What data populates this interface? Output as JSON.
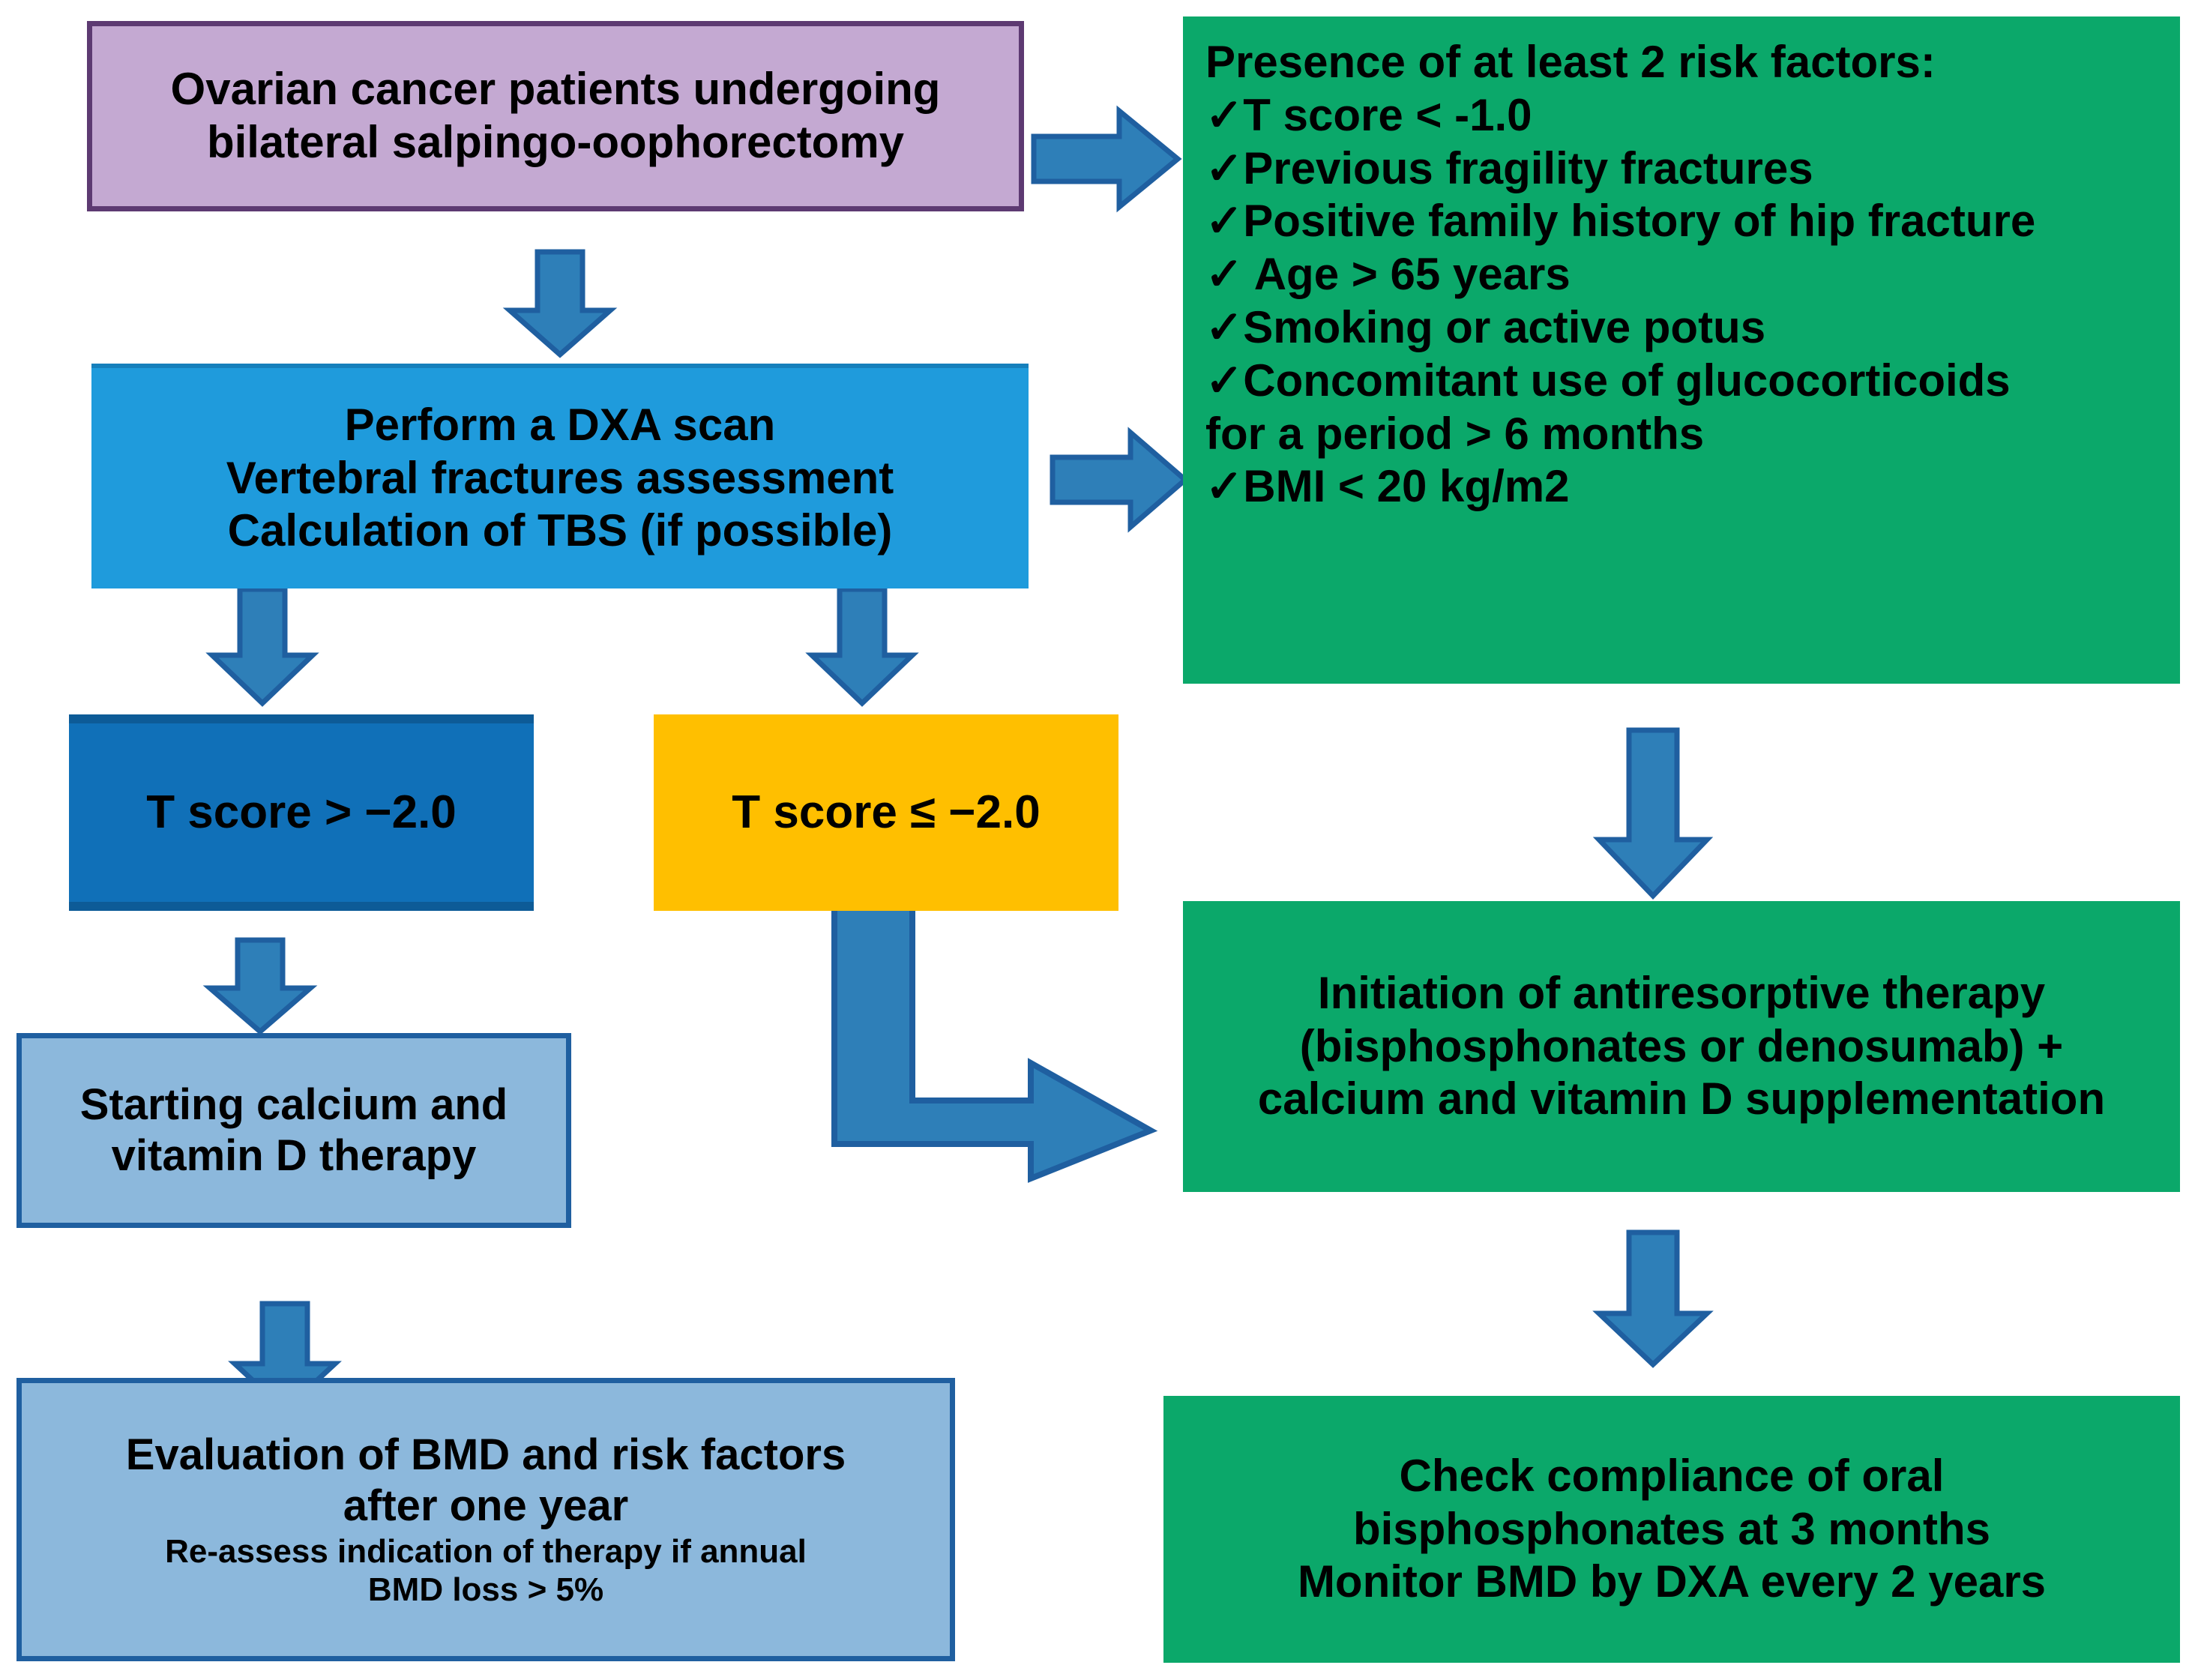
{
  "diagram": {
    "title": "Osteoporosis management algorithm for ovarian cancer patients undergoing bilateral salpingo-oophorectomy",
    "colors": {
      "purple_fill": "#C4A9D2",
      "purple_border": "#5D3A72",
      "mid_blue": "#1F9BDC",
      "dark_blue": "#1070B8",
      "yellow": "#FFBF00",
      "light_blue_fill": "#8CB8DC",
      "light_blue_border": "#1F5FA0",
      "green": "#0BA86A",
      "arrow_fill": "#2E7FB8",
      "arrow_stroke": "#1F5FA0"
    },
    "nodes": {
      "start": {
        "id": "start",
        "lines": [
          "Ovarian cancer patients undergoing",
          "bilateral salpingo-oophorectomy"
        ]
      },
      "dxa": {
        "id": "dxa",
        "lines": [
          "Perform a DXA scan",
          "Vertebral fractures assessment",
          "Calculation of TBS (if possible)"
        ]
      },
      "risk_factors": {
        "id": "risk-factors",
        "heading": "Presence of at least 2 risk factors:",
        "check_glyph": "✓",
        "items": [
          {
            "text": "T score < -1.0",
            "checked": true
          },
          {
            "text": "Previous fragility fractures",
            "checked": true
          },
          {
            "text": "Positive family history of hip fracture",
            "checked": true
          },
          {
            "text": " Age > 65 years",
            "checked": true
          },
          {
            "text": "Smoking or active potus",
            "checked": true
          },
          {
            "text": "Concomitant use of glucocorticoids",
            "checked": true
          },
          {
            "text": "for a period > 6 months",
            "checked": false
          },
          {
            "text": "BMI < 20 kg/m2",
            "checked": true
          }
        ]
      },
      "tscore_high": {
        "id": "tscore-high",
        "lines": [
          "T score > −2.0"
        ]
      },
      "tscore_low": {
        "id": "tscore-low",
        "lines": [
          "T score ≤ −2.0"
        ]
      },
      "calcium": {
        "id": "calcium-vitd",
        "lines": [
          "Starting calcium and",
          "vitamin D therapy"
        ]
      },
      "evaluation": {
        "id": "evaluation",
        "lines": [
          "Evaluation of BMD and risk factors",
          "after one year"
        ],
        "small_lines": [
          "Re-assess indication of therapy if annual",
          "BMD loss > 5%"
        ]
      },
      "antiresorptive": {
        "id": "antiresorptive",
        "lines": [
          "Initiation of antiresorptive therapy",
          "(bisphosphonates or denosumab) +",
          "calcium and vitamin D supplementation"
        ]
      },
      "compliance": {
        "id": "compliance",
        "lines": [
          "Check compliance of oral",
          "bisphosphonates at 3 months",
          "Monitor BMD by DXA every 2 years"
        ]
      }
    },
    "edges": [
      {
        "id": "start-to-risk",
        "from": "start",
        "to": "risk_factors",
        "direction": "right"
      },
      {
        "id": "start-to-dxa",
        "from": "start",
        "to": "dxa",
        "direction": "down"
      },
      {
        "id": "dxa-to-risk",
        "from": "dxa",
        "to": "risk_factors",
        "direction": "right"
      },
      {
        "id": "dxa-to-tscore-high",
        "from": "dxa",
        "to": "tscore_high",
        "direction": "down"
      },
      {
        "id": "dxa-to-tscore-low",
        "from": "dxa",
        "to": "tscore_low",
        "direction": "down"
      },
      {
        "id": "tscore-high-to-calcium",
        "from": "tscore_high",
        "to": "calcium",
        "direction": "down"
      },
      {
        "id": "calcium-to-evaluation",
        "from": "calcium",
        "to": "evaluation",
        "direction": "down"
      },
      {
        "id": "tscore-low-to-antiresorptive",
        "from": "tscore_low",
        "to": "antiresorptive",
        "direction": "elbow-down-right"
      },
      {
        "id": "risk-to-antiresorptive",
        "from": "risk_factors",
        "to": "antiresorptive",
        "direction": "down"
      },
      {
        "id": "antiresorptive-to-compliance",
        "from": "antiresorptive",
        "to": "compliance",
        "direction": "down"
      }
    ]
  }
}
